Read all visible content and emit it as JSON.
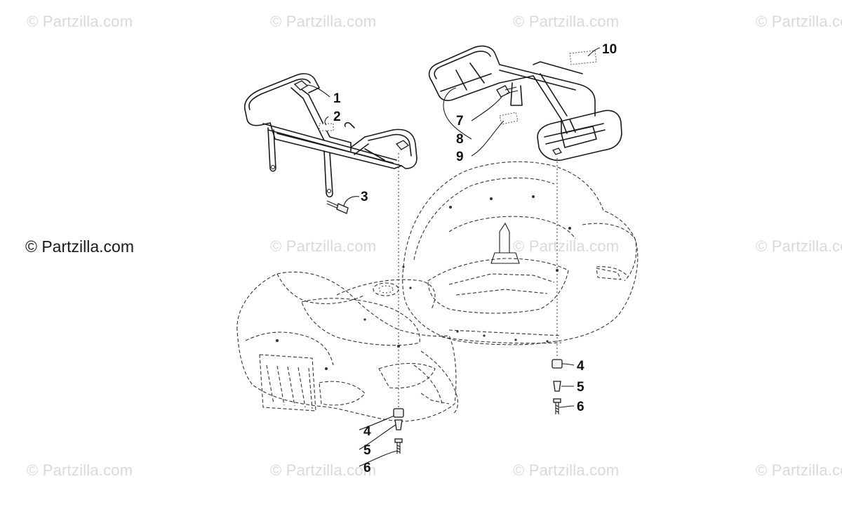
{
  "watermark": {
    "text": "© Partzilla.com"
  },
  "callouts": {
    "c1": "1",
    "c2": "2",
    "c3": "3",
    "c4a": "4",
    "c5a": "5",
    "c6a": "6",
    "c4b": "4",
    "c5b": "5",
    "c6b": "6",
    "c7": "7",
    "c8": "8",
    "c9": "9",
    "c10": "10"
  },
  "colors": {
    "line": "#1a1a1a",
    "watermark": "#d9d9d9"
  }
}
